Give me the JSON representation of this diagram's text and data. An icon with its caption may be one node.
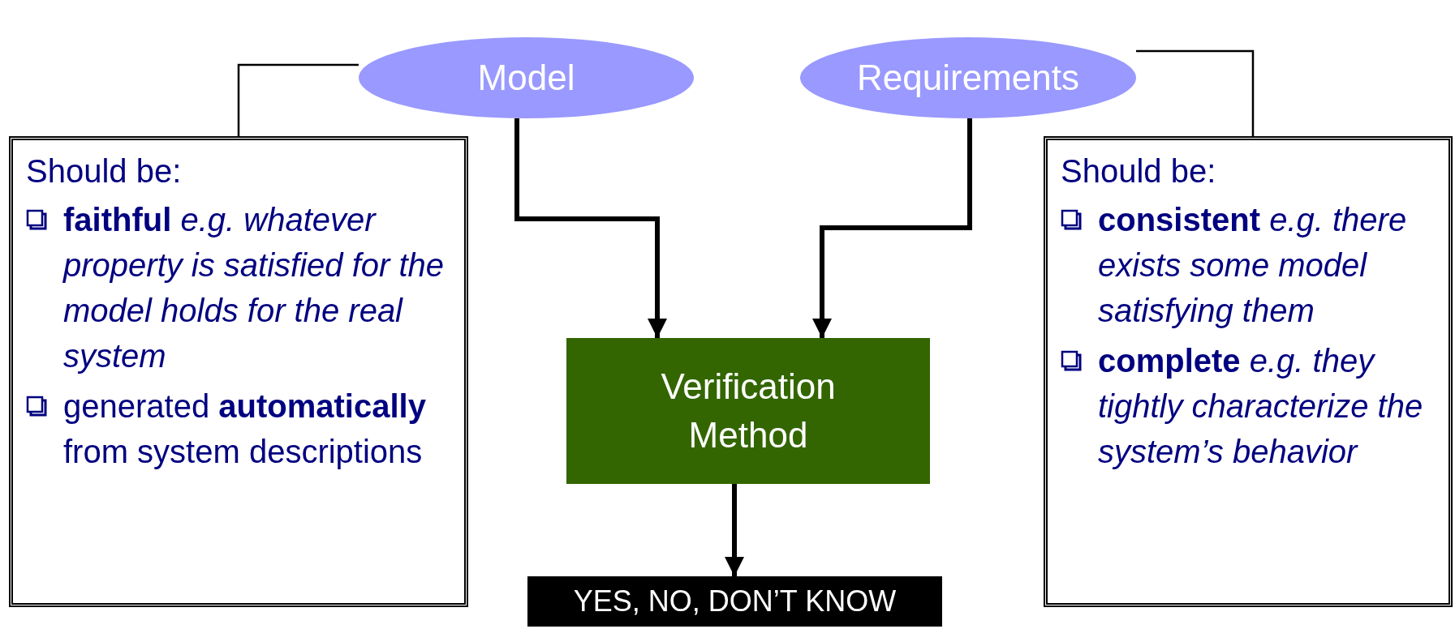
{
  "diagram": {
    "nodes": [
      {
        "text": [
          "Model"
        ]
      },
      {
        "text": [
          "Requirements"
        ]
      },
      {
        "text": [
          "Should be:",
          "**faithful** *e.g. whatever property is satisfied for the model holds for the real system*",
          "generated **automatically** from system descriptions"
        ]
      },
      {
        "text": [
          "Should be:",
          "**consistent** *e.g. there exists some model satisfying them*",
          "**complete** *e.g. they tightly characterize the system’s behavior*"
        ]
      },
      {
        "text": [
          "Verification Method"
        ]
      },
      {
        "text": [
          "YES, NO, DON’T KNOW"
        ]
      }
    ],
    "edges": [
      {
        "from": 0,
        "to": 2,
        "arrow": "none"
      },
      {
        "from": 1,
        "to": 3,
        "arrow": "none"
      },
      {
        "from": 0,
        "to": 4,
        "arrow": "to"
      },
      {
        "from": 1,
        "to": 4,
        "arrow": "to"
      },
      {
        "from": 4,
        "to": 5,
        "arrow": "to"
      }
    ]
  }
}
